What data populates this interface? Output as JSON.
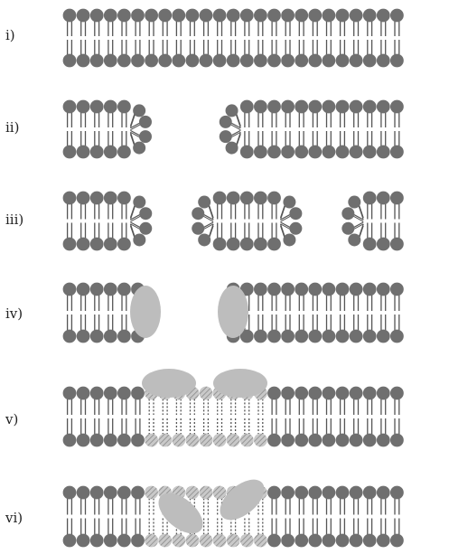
{
  "panels": [
    {
      "id": "i",
      "label": "i)"
    },
    {
      "id": "ii",
      "label": "ii)"
    },
    {
      "id": "iii",
      "label": "iii)"
    },
    {
      "id": "iv",
      "label": "iv)"
    },
    {
      "id": "v",
      "label": "v)"
    },
    {
      "id": "vi",
      "label": "vi)"
    }
  ],
  "colors": {
    "headgroup": "#6f6f6f",
    "tail": "#555555",
    "protein": "#bdbdbd",
    "modified_headgroup": "#b5b5b5",
    "background": "#ffffff"
  }
}
